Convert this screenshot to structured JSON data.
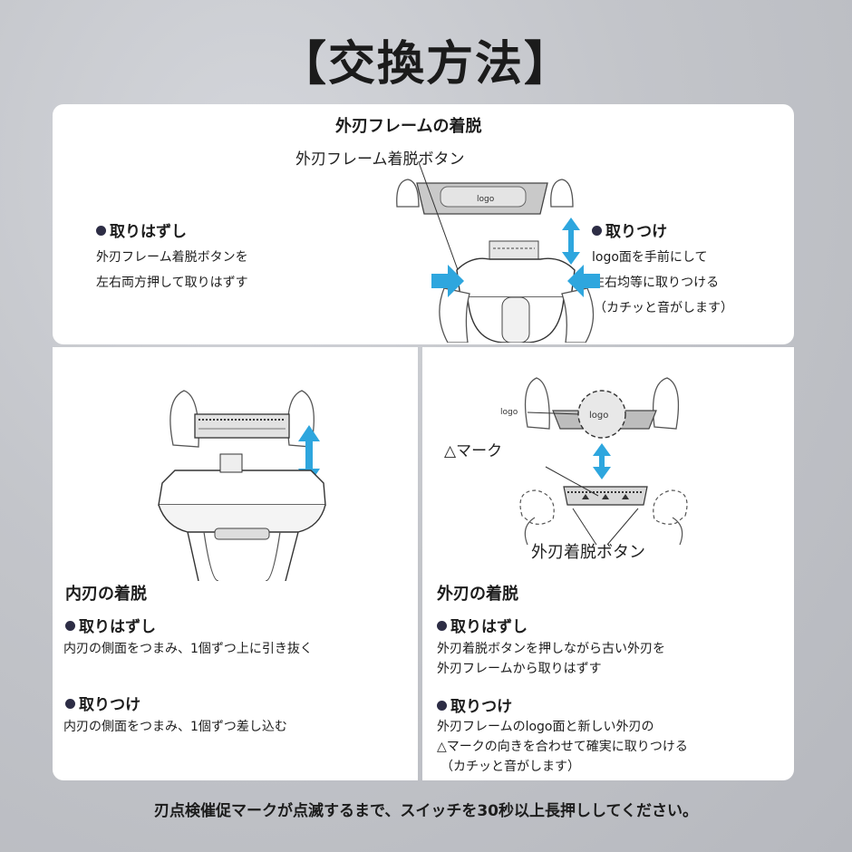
{
  "title": "【交換方法】",
  "top_panel": {
    "heading": "外刃フレームの着脱",
    "button_callout": "外刃フレーム着脱ボタン",
    "remove": {
      "heading": "取りはずし",
      "lines": [
        "外刃フレーム着脱ボタンを",
        "左右両方押して取りはずす"
      ]
    },
    "attach": {
      "heading": "取りつけ",
      "lines": [
        "logo面を手前にして",
        "左右均等に取りつける",
        "（カチッと音がします）"
      ]
    },
    "logo_text": "logo"
  },
  "inner_blade": {
    "heading": "内刃の着脱",
    "remove_heading": "取りはずし",
    "remove_text": "内刃の側面をつまみ、1個ずつ上に引き抜く",
    "attach_heading": "取りつけ",
    "attach_text": "内刃の側面をつまみ、1個ずつ差し込む"
  },
  "outer_blade": {
    "logo_label": "logo",
    "logo_text": "logo",
    "mark_callout": "△マーク",
    "button_callout": "外刃着脱ボタン",
    "heading": "外刃の着脱",
    "remove_heading": "取りはずし",
    "remove_lines": [
      "外刃着脱ボタンを押しながら古い外刃を",
      "外刃フレームから取りはずす"
    ],
    "attach_heading": "取りつけ",
    "attach_lines": [
      "外刃フレームのlogo面と新しい外刃の",
      "△マークの向きを合わせて確実に取りつける",
      "（カチッと音がします）"
    ]
  },
  "footer": "刃点検催促マークが点滅するまで、スイッチを30秒以上長押ししてください。",
  "colors": {
    "arrow_blue": "#2ea6de",
    "bullet": "#2d2d45"
  }
}
